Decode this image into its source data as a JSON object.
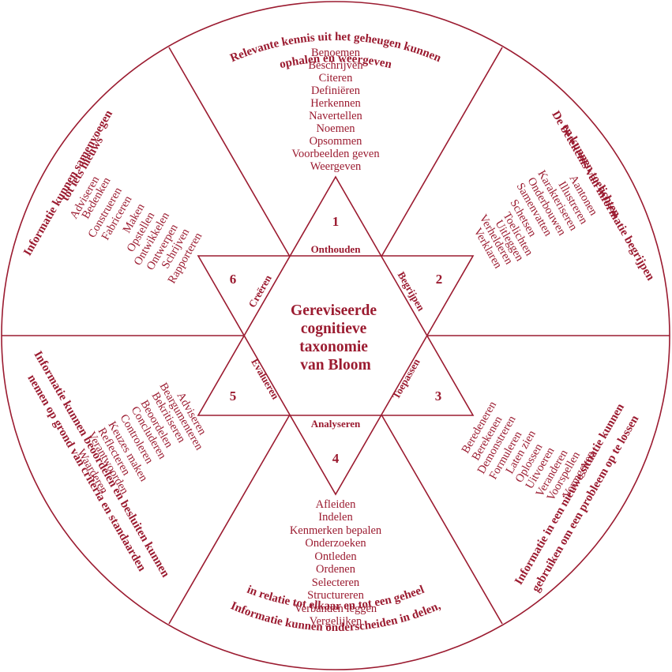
{
  "colors": {
    "accent": "#9b1b30",
    "background": "#ffffff"
  },
  "center": {
    "lines": [
      "Gereviseerde",
      "cognitieve",
      "taxonomie",
      "van Bloom"
    ]
  },
  "sectors": [
    {
      "id": "onthouden",
      "number": "1",
      "label": "Onthouden",
      "description_lines": [
        "Relevante kennis uit het geheugen kunnen",
        "ophalen en weergeven"
      ],
      "verbs": [
        "Benoemen",
        "Beschrijven",
        "Citeren",
        "Definiëren",
        "Herkennen",
        "Navertellen",
        "Noemen",
        "Opsommen",
        "Voorbeelden geven",
        "Weergeven"
      ]
    },
    {
      "id": "begrijpen",
      "number": "2",
      "label": "Begrijpen",
      "description_lines": [
        "De betekenis van informatie begrijpen",
        "en kunnen toelichten"
      ],
      "verbs": [
        "Aantonen",
        "Illustreren",
        "Karakteriseren",
        "Onderbouwen",
        "Samenvatten",
        "Schetsen",
        "Toelichten",
        "Uitleggen",
        "Verhelderen",
        "Verklaren"
      ]
    },
    {
      "id": "toepassen",
      "number": "3",
      "label": "Toepassen",
      "description_lines": [
        "Informatie in een nieuwe situatie kunnen",
        "gebruiken om een probleem op te lossen"
      ],
      "verbs": [
        "Beredeneren",
        "Berekenen",
        "Demonstreren",
        "Formuleren",
        "Laten zien",
        "Oplossen",
        "Uitvoeren",
        "Veranderen",
        "Voorspellen",
        "Vormgeven"
      ]
    },
    {
      "id": "analyseren",
      "number": "4",
      "label": "Analyseren",
      "description_lines": [
        "Informatie kunnen onderscheiden in delen,",
        "in relatie tot elkaar en tot een geheel"
      ],
      "verbs": [
        "Afleiden",
        "Indelen",
        "Kenmerken bepalen",
        "Onderzoeken",
        "Ontleden",
        "Ordenen",
        "Selecteren",
        "Structureren",
        "Verbanden leggen",
        "Vergelijken"
      ]
    },
    {
      "id": "evalueren",
      "number": "5",
      "label": "Evalueren",
      "description_lines": [
        "Informatie kunnen beoordelen en besluiten kunnen",
        "nemen op grond van criteria en standaarden"
      ],
      "verbs": [
        "Adviseren",
        "Beargumenteren",
        "Bekritiseren",
        "Beoordelen",
        "Concluderen",
        "Controleren",
        "Keuzes maken",
        "Reflecteren",
        "Verantwoorden",
        "Waarderen"
      ]
    },
    {
      "id": "creeren",
      "number": "6",
      "label": "Creëren",
      "description_lines": [
        "Informatie kunnen samenvoegen",
        "tot iets nieuws"
      ],
      "verbs": [
        "Adviseren",
        "Bedenken",
        "Construeren",
        "Fabriceren",
        "Maken",
        "Opstellen",
        "Ontwikkelen",
        "Ontwerpen",
        "Schrijven",
        "Rapporteren"
      ]
    }
  ]
}
